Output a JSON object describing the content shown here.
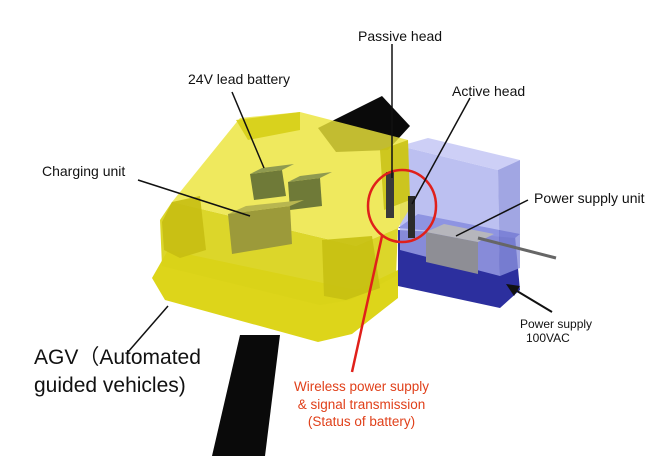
{
  "diagram": {
    "labels": {
      "passive_head": "Passive head",
      "lead_battery": "24V lead battery",
      "active_head": "Active head",
      "charging_unit": "Charging unit",
      "power_supply_unit": "Power supply unit",
      "power_supply_ac_line1": "Power supply",
      "power_supply_ac_line2": "100VAC",
      "agv_line1": "AGV（Automated",
      "agv_line2": "guided vehicles)",
      "wireless_line1": "Wireless power supply",
      "wireless_line2": "& signal transmission",
      "wireless_line3": "(Status of battery)"
    },
    "colors": {
      "agv_body": "#e6e01c",
      "agv_shadow": "#bdb70f",
      "power_box": "#9aa0e8",
      "power_base": "#2c2f9e",
      "highlight_circle": "#e0201a",
      "label_text": "#111111",
      "wireless_text": "#e0401a"
    }
  }
}
